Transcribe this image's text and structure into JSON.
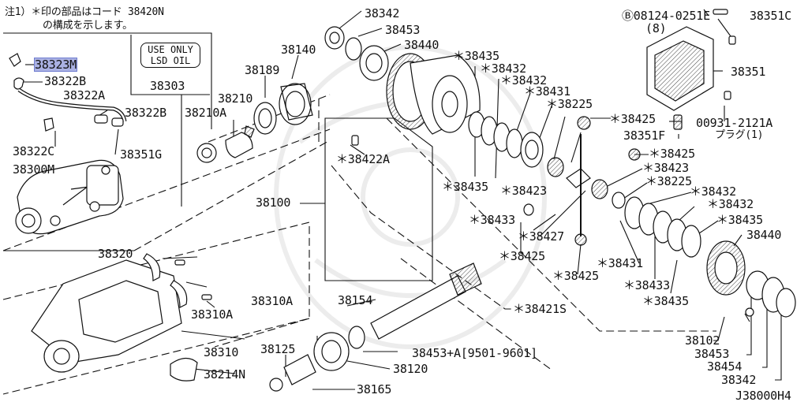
{
  "note": {
    "line1": "注1）＊印の部品はコード 38420N",
    "line2": "の構成を示します。"
  },
  "lsd_box": {
    "line1": "USE ONLY",
    "line2": "LSD OIL"
  },
  "labels": {
    "p38342_top": "38342",
    "p38453_top": "38453",
    "p38440_top": "38440",
    "p38323M": "38323M",
    "p38322B_a": "38322B",
    "p38322A": "38322A",
    "p38322B_b": "38322B",
    "p38322C": "38322C",
    "p38351G": "38351G",
    "p38300M": "38300M",
    "p38303": "38303",
    "p38140": "38140",
    "p38189": "38189",
    "p38210": "38210",
    "p38210A": "38210A",
    "p38435_a": "＊38435",
    "p38432_a": "＊38432",
    "p38432_b": "＊38432",
    "p38431_a": "＊38431",
    "p38225_a": "＊38225",
    "p38425_a": "＊38425",
    "p38425_b": "＊38425",
    "p38423_a": "＊38423",
    "p38225_b": "＊38225",
    "p38432_c": "＊38432",
    "p38432_d": "＊38432",
    "p38435_b": "＊38435",
    "p38440_r": "38440",
    "p38422A": "＊38422A",
    "p38435_c": "＊38435",
    "p38423_b": "＊38423",
    "p38433_a": "＊38433",
    "p38427": "＊38427",
    "p38425_c": "＊38425",
    "p38431_b": "＊38431",
    "p38425_d": "＊38425",
    "p38433_b": "＊38433",
    "p38435_d": "＊38435",
    "p38421S": "＊38421S",
    "p38100": "38100",
    "p38320": "38320",
    "p38310A_a": "38310A",
    "p38310A_b": "38310A",
    "p38310": "38310",
    "p38214N": "38214N",
    "p38154": "38154",
    "p38125": "38125",
    "p38453A": "38453+A[9501-9601]",
    "p38120": "38120",
    "p38165": "38165",
    "p38102": "38102",
    "p38453_r": "38453",
    "p38454": "38454",
    "p38342_r": "38342",
    "p08124": "Ⓑ08124-0251E",
    "p08124_qty": "(8)",
    "p38351C": "38351C",
    "p38351": "38351",
    "p00931": "00931-2121A",
    "p00931_sub": "プラグ(1)",
    "p38351F": "38351F"
  },
  "footer": {
    "code": "J38000H4"
  },
  "highlight": {
    "part": "38323M",
    "color": "#aab1e3"
  }
}
